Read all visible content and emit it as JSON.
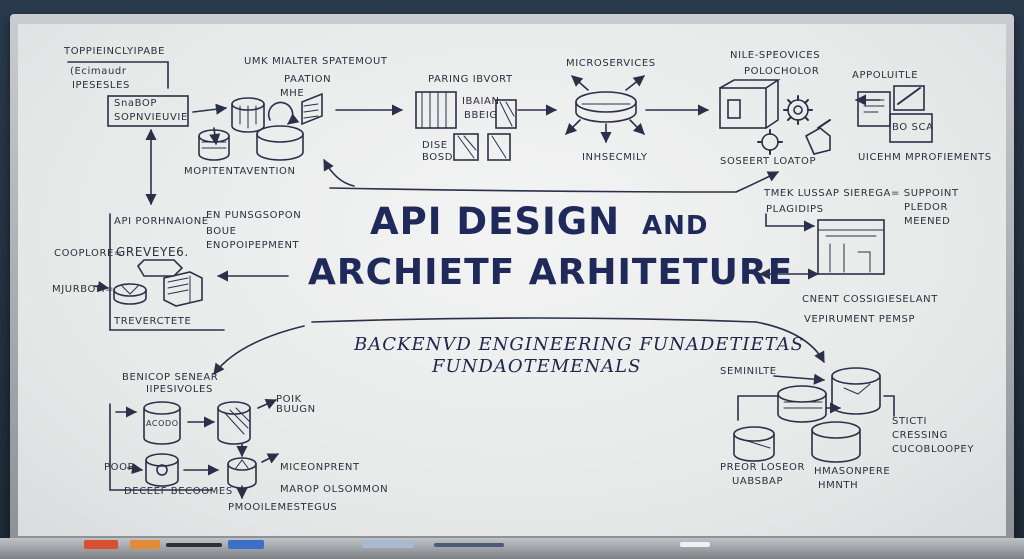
{
  "title": {
    "line1": "API DESIGN",
    "line1_and": "AND",
    "line2": "ARCHIETF ARHITETURE"
  },
  "subtitle": {
    "line1": "BACKENVD ENGINEERING FUNADETIETAS",
    "line2": "FUNDAOTEMENALS"
  },
  "labels": {
    "top_left_1": "TOPPIEINCLYIPABE",
    "top_left_2": "(Ecimaudr",
    "top_left_3": "IPESESLES",
    "top_left_box_1": "SnaBOP",
    "top_left_box_2": "SOPNVIEUVIE",
    "top_center_1": "UMK MIALTER SPATEMOUT",
    "top_center_2": "PAATION",
    "top_center_3": "MHE",
    "mopi": "MOPITENTAVENTION",
    "paring": "PARING  IBVORT",
    "iban": "IBAIAN",
    "bbeig": "BBEIG",
    "dise": "DISE",
    "bosd": "BOSD",
    "microservices": "MICROSERVICES",
    "inhsecmily": "INHSECMILY",
    "nile_1": "NILE-SPEOVICES",
    "nile_2": "POLOCHOLOR",
    "soseer": "SOSEERT  LOATOP",
    "appoluitle": "APPOLUITLE",
    "bo_sca": "BO  SCA",
    "uicem": "UICEHM  MPROFIEMENTS",
    "tmek_1": "TMEK  LUSSAP  SIEREGA=  SUPPOINT",
    "tmek_2": "PLAGIDIPS",
    "tmek_3": "PLEDOR",
    "tmek_4": "MEENED",
    "cnent": "CNENT  COSSIGIESELANT",
    "vepir": "VEPIRUMENT  PEMSP",
    "api_por_1": "API  PORHNAIONE",
    "api_por_2": "EN  PUNSGSOPON",
    "api_por_3": "BOUE",
    "api_por_4": "ENOPOIPEPMENT",
    "coqplore": "COOPLORE=",
    "greveut": "GREVEYE6.",
    "mjurbom": "MJURBOM=",
    "trevercte": "TREVERCTETE",
    "benicop_1": "BENICOP  SENEAR",
    "benicop_2": "IIPESIVOLES",
    "poik_1": "POIK",
    "poik_2": "BUUGN",
    "acodo": "ACODO",
    "poor": "POOR",
    "miceonprent": "MICEONPRENT",
    "decepe": "DECEEF  BECOOMES",
    "marop": "MAROP  OLSOMMON",
    "pmooile": "PMOOILEMESTEGUS",
    "seminite": "SEMINILTE",
    "sticti_1": "STICTI",
    "sticti_2": "CRESSING",
    "sticti_3": "CUCOBLOOPEY",
    "preor": "PREOR  LOSEOR",
    "uabsbap": "UABSBAP",
    "hmasonp": "HMASONPERE",
    "hmnth": "HMNTH"
  },
  "colors": {
    "ink": "#2a3048",
    "title": "#202a5a",
    "board": "#eceeee",
    "frame": "#a9adb2"
  }
}
